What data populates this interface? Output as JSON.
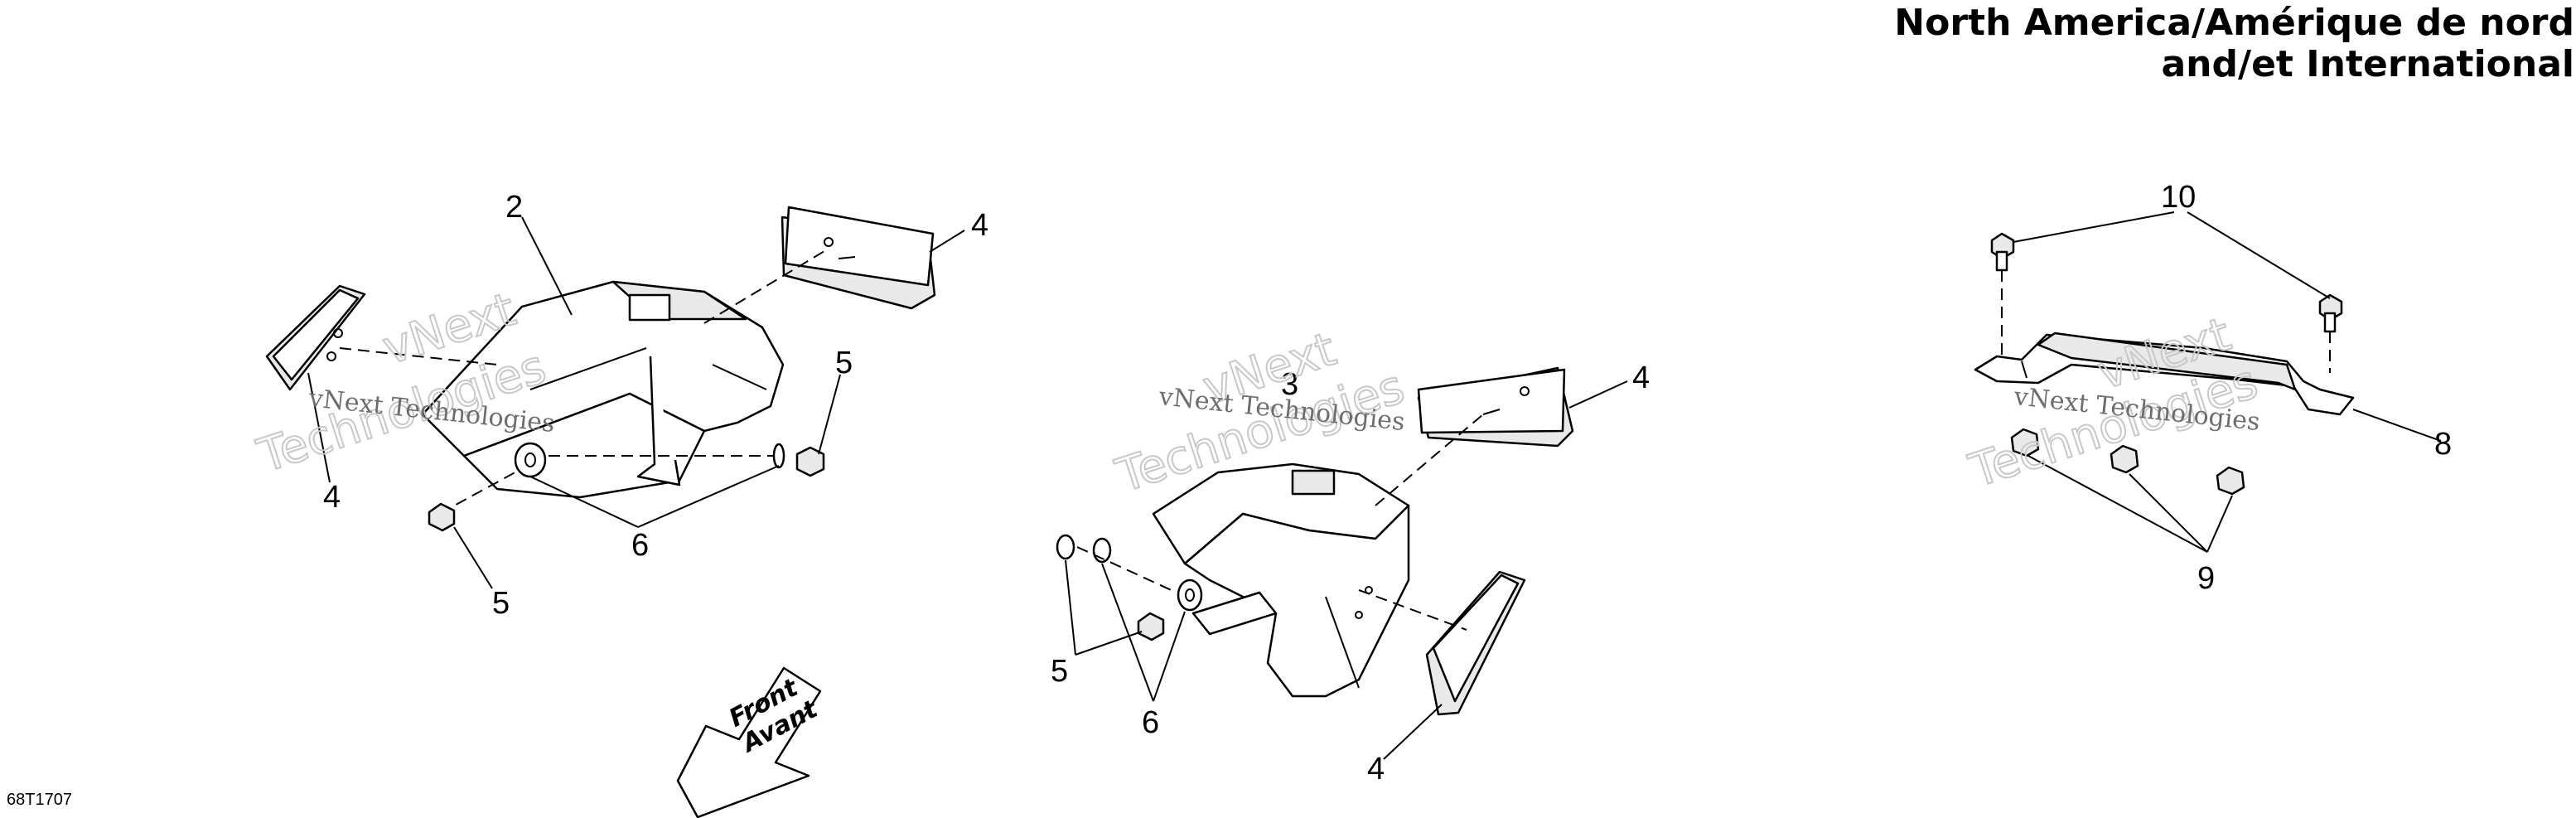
{
  "header": {
    "title_line1": "North America/Amérique de nord",
    "title_line2": "and/et International"
  },
  "document_id": "68T1707",
  "watermark": {
    "line1": "vNext Technologies",
    "line2_a": "vNext",
    "line2_b": "Technologies"
  },
  "direction_arrow": {
    "line1": "Front",
    "line2": "Avant"
  },
  "callouts": {
    "left_guard": "2",
    "left_reflector_top": "4",
    "left_reflector_bottom": "4",
    "left_nut_right": "5",
    "left_nut_bottom": "5",
    "left_washer": "6",
    "center_guard": "3",
    "center_reflector_top": "4",
    "center_reflector_bottom": "4",
    "center_nut": "5",
    "center_washer": "6",
    "right_bolts": "10",
    "right_bracket": "8",
    "right_nuts": "9"
  }
}
